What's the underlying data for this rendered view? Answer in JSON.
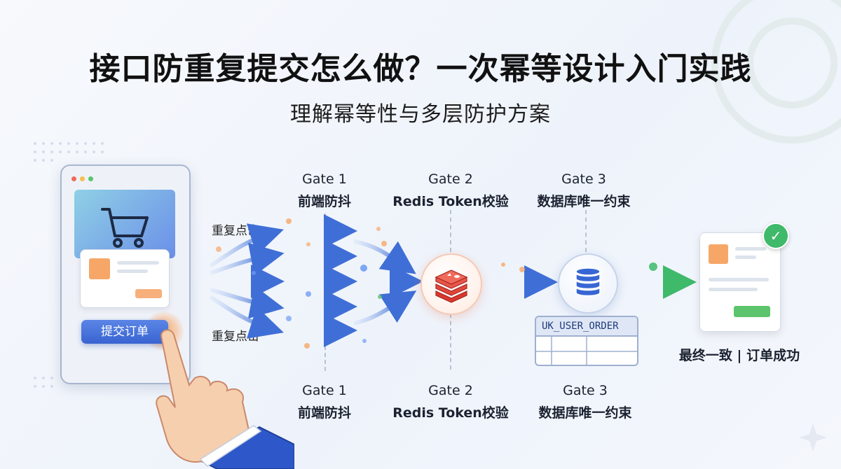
{
  "header": {
    "title": "接口防重复提交怎么做？一次幂等设计入门实践",
    "subtitle": "理解幂等性与多层防护方案"
  },
  "phone": {
    "submit_label": "提交订单",
    "icon": "shopping-cart-icon"
  },
  "side_labels": {
    "top": "重复点击",
    "bottom": "重复点击"
  },
  "gates_top": [
    {
      "name": "Gate 1",
      "desc": "前端防抖"
    },
    {
      "name": "Gate 2",
      "desc": "Redis Token校验"
    },
    {
      "name": "Gate 3",
      "desc": "数据库唯一约束"
    }
  ],
  "gates_bottom": [
    {
      "name": "Gate 1",
      "desc": "前端防抖"
    },
    {
      "name": "Gate 2",
      "desc": "Redis Token校验"
    },
    {
      "name": "Gate 3",
      "desc": "数据库唯一约束"
    }
  ],
  "table": {
    "header": "UK_USER_ORDER"
  },
  "result": {
    "label": "最终一致 | 订单成功",
    "icon": "checkmark-icon"
  },
  "colors": {
    "arrow_blue": "#3f6fd6",
    "redis_red": "#d8382e",
    "db_blue": "#3766d4",
    "success_green": "#3fb96a",
    "button_blue": "#3863d1"
  }
}
